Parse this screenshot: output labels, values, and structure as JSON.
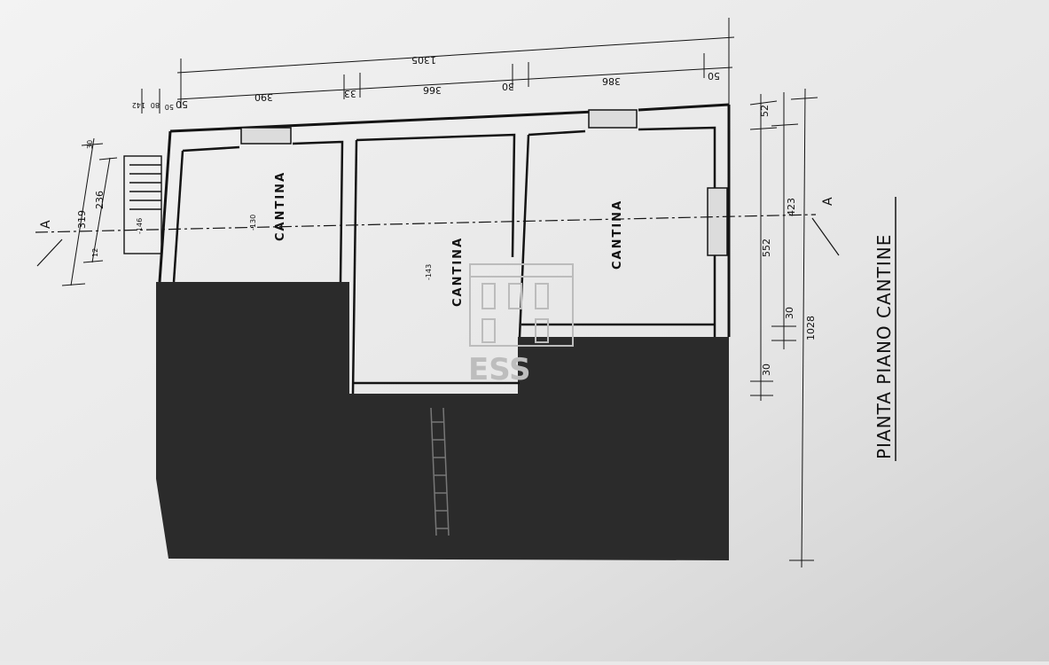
{
  "plan": {
    "title": "PIANTA PIANO CANTINE",
    "section_marker": "A",
    "watermark": "ESS",
    "colors": {
      "paper": "#e9e9e9",
      "ink": "#141414",
      "fill": "#2a2a2a"
    },
    "rooms": [
      {
        "label": "CANTINA",
        "level": "-130"
      },
      {
        "label": "CANTINA",
        "level": "-143"
      },
      {
        "label": "CANTINA",
        "level": ""
      }
    ],
    "top_dimensions": {
      "total": "1305",
      "segments": [
        "50",
        "390",
        "33",
        "366",
        "30",
        "386",
        "50"
      ],
      "small_left": [
        "80",
        "50",
        "142"
      ]
    },
    "right_dimensions": {
      "total": "1028",
      "segments": [
        "52",
        "552",
        "423",
        "30",
        "30"
      ]
    },
    "left_dimensions": [
      "30",
      "319",
      "236",
      "12"
    ],
    "entrance_level": "-146"
  }
}
